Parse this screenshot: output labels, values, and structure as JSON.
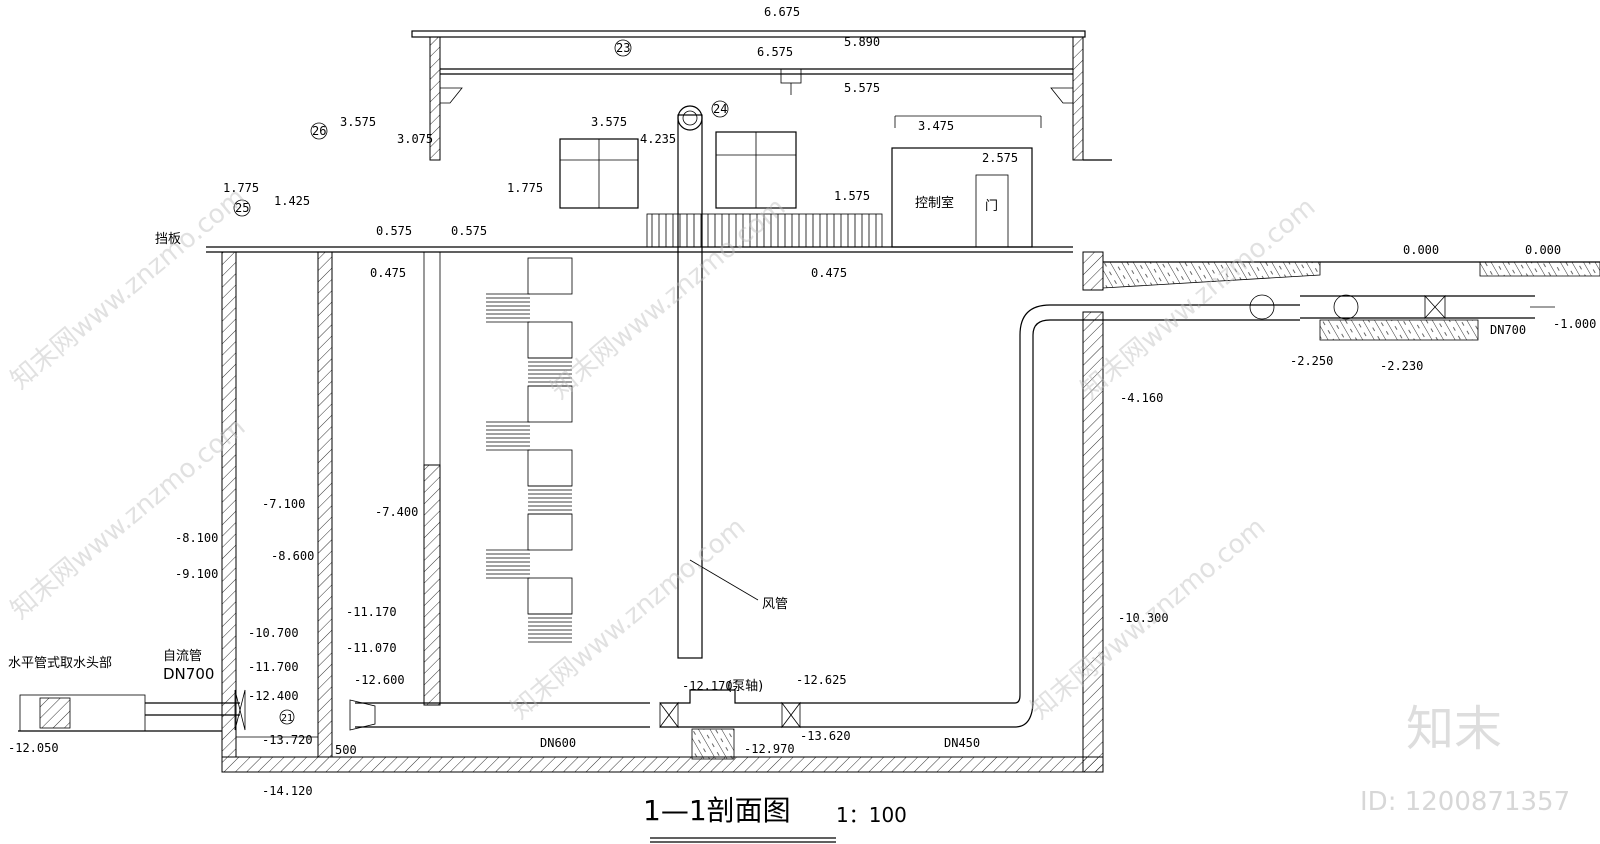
{
  "drawing": {
    "title": "1—1剖面图",
    "scale": "1：100",
    "notes": {
      "intake_head": "水平管式取水头部",
      "gravity_pipe": "自流管",
      "gravity_pipe_dn": "DN700",
      "baffle": "挡板",
      "control_room": "控制室",
      "door": "门",
      "air_duct": "风管",
      "pump_shaft": "(泵轴)",
      "dn600": "DN600",
      "dn450": "DN450",
      "dn700_out": "DN700"
    },
    "callouts": [
      "23",
      "24",
      "25",
      "26",
      "21"
    ],
    "elevations": {
      "e6675": "6.675",
      "e6575": "6.575",
      "e5890": "5.890",
      "e5575": "5.575",
      "e4235": "4.235",
      "e3575a": "3.575",
      "e3575b": "3.575",
      "e3475": "3.475",
      "e3075": "3.075",
      "e2575": "2.575",
      "e1775a": "1.775",
      "e1775b": "1.775",
      "e1575": "1.575",
      "e1425": "1.425",
      "e0575a": "0.575",
      "e0575b": "0.575",
      "e0475a": "0.475",
      "e0475b": "0.475",
      "e0000a": "0.000",
      "e0000b": "0.000",
      "em1000": "-1.000",
      "em2250": "-2.250",
      "em2230": "-2.230",
      "em4160": "-4.160",
      "em7100": "-7.100",
      "em7400": "-7.400",
      "em8100": "-8.100",
      "em8600": "-8.600",
      "em9100": "-9.100",
      "em10300": "-10.300",
      "em10700": "-10.700",
      "em11070": "-11.070",
      "em11170": "-11.170",
      "em11700": "-11.700",
      "em12050": "-12.050",
      "em12170": "-12.170",
      "em12400": "-12.400",
      "em12600": "-12.600",
      "em12625": "-12.625",
      "em12970": "-12.970",
      "em13620": "-13.620",
      "em13720": "-13.720",
      "em14120": "-14.120"
    },
    "dimension_500": "500"
  },
  "watermark": {
    "brand": "知末",
    "id": "ID: 1200871357",
    "tile_text": "知末网www.znzmo.com"
  }
}
